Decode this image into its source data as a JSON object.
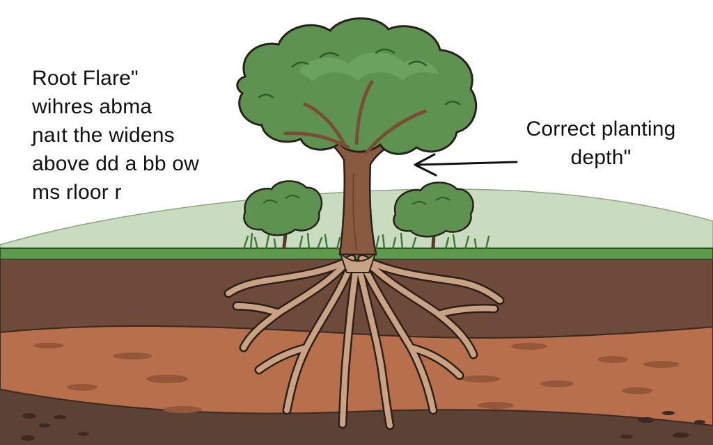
{
  "left_label": {
    "lines": [
      "Root Flare\"",
      "wihres abma",
      "ɲaıt the widens",
      "above dd a bb ow",
      "ms rloor r"
    ]
  },
  "right_label": {
    "lines": [
      "Correct planting",
      "depth\""
    ]
  },
  "colors": {
    "sky": "#ffffff",
    "hill": "#c9dcc0",
    "grass": "#5d9a4d",
    "topsoil": "#6e4a3b",
    "subsoil": "#b86f4b",
    "deep_soil": "#5c4135",
    "foliage": "#5d9251",
    "foliage_highlight": "#6fa562",
    "trunk": "#8a5a40",
    "roots": "#c9a283",
    "outline": "#2a201a",
    "arrow": "#111111"
  }
}
